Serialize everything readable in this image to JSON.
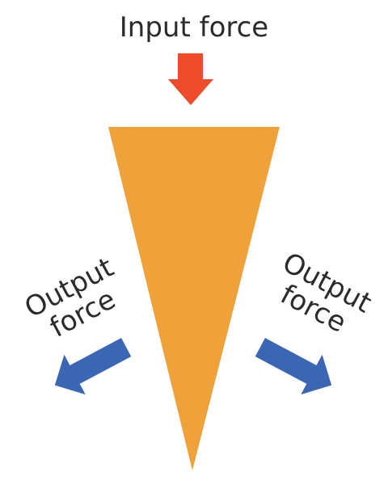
{
  "input": {
    "label": "Input force",
    "arrow_color": "#ee4b2b"
  },
  "output_left": {
    "line1": "Output",
    "line2": "force",
    "arrow_color": "#3b66b4"
  },
  "output_right": {
    "line1": "Output",
    "line2": "force",
    "arrow_color": "#3b66b4"
  },
  "wedge": {
    "color": "#f0a23a"
  }
}
